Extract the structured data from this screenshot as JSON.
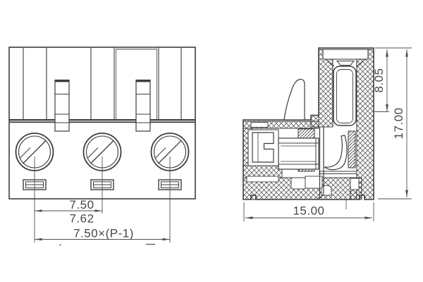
{
  "drawing": {
    "background": "#ffffff",
    "line_color": "#3d3d3d",
    "dim_color": "#4f4f4f"
  },
  "front_view": {
    "description": "front elevation of 3-pole screw terminal block",
    "pole_count": 3,
    "dims": {
      "pitch": "7.50",
      "pitch_alt": "7.62",
      "total_pitch": "7.50×(P-1)"
    }
  },
  "side_view": {
    "description": "cross-section side view with hatching",
    "dims": {
      "opening_depth": "8.05",
      "overall_height": "17.00",
      "overall_depth": "15.00"
    }
  }
}
